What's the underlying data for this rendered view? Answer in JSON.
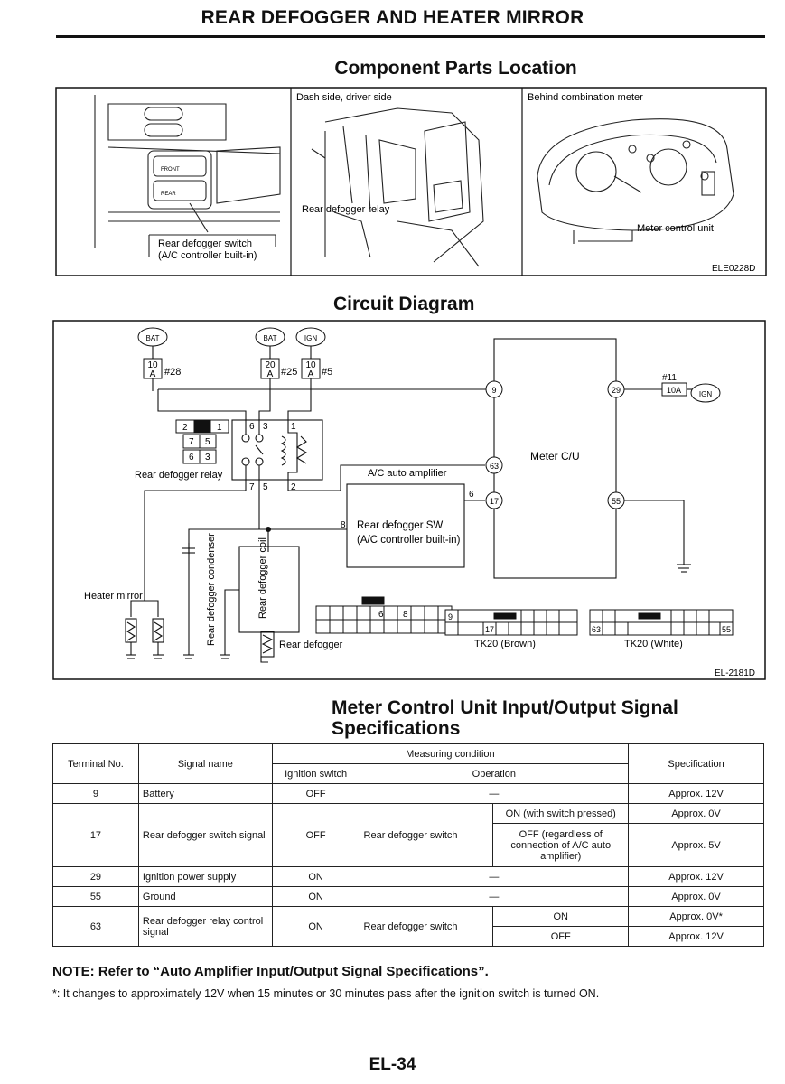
{
  "page": {
    "title": "REAR DEFOGGER AND HEATER MIRROR",
    "page_number": "EL-34"
  },
  "component_section": {
    "title": "Component Parts Location",
    "panel1_label_line1": "Rear defogger switch",
    "panel1_label_line2": "(A/C controller built-in)",
    "panel1_btn_front": "FRONT",
    "panel1_btn_rear": "REAR",
    "panel2_header": "Dash side, driver side",
    "panel2_label": "Rear defogger relay",
    "panel3_header": "Behind combination meter",
    "panel3_label": "Meter control unit",
    "figure_code": "ELE0228D"
  },
  "circuit_section": {
    "title": "Circuit Diagram",
    "bat": "BAT",
    "ign": "IGN",
    "fuse1_amp": "10",
    "fuse1_unit": "A",
    "fuse1_no": "#28",
    "fuse2_amp": "20",
    "fuse2_unit": "A",
    "fuse2_no": "#25",
    "fuse3_amp": "10",
    "fuse3_unit": "A",
    "fuse3_no": "#5",
    "fuse4_no": "#11",
    "fuse4_rating": "10A",
    "relay_label": "Rear defogger relay",
    "relay_pin1": "1",
    "relay_pin2": "2",
    "relay_pin3": "3",
    "relay_pin5": "5",
    "relay_pin6": "6",
    "relay_pin7": "7",
    "ac_amp": "A/C auto amplifier",
    "meter_cu": "Meter C/U",
    "t9": "9",
    "t17": "17",
    "t29": "29",
    "t55": "55",
    "t63": "63",
    "sw_line1": "Rear defogger SW",
    "sw_line2": "(A/C controller built-in)",
    "sw_pin6": "6",
    "sw_pin8": "8",
    "heater_mirror": "Heater mirror",
    "condenser": "Rear defogger condenser",
    "coil": "Rear defogger coil",
    "rear_defogger": "Rear defogger",
    "conn1_cell_6": "6",
    "conn1_cell_8": "8",
    "conn2_cell_9": "9",
    "conn2_cell_17": "17",
    "tk20_brown": "TK20 (Brown)",
    "conn3_cell_63": "63",
    "conn3_cell_55": "55",
    "tk20_white": "TK20 (White)",
    "figure_code": "EL-2181D"
  },
  "spec_section": {
    "title_line1": "Meter Control Unit Input/Output Signal",
    "title_line2": "Specifications",
    "header": {
      "terminal": "Terminal No.",
      "signal": "Signal name",
      "measuring": "Measuring condition",
      "ignition": "Ignition switch",
      "operation": "Operation",
      "specification": "Specification"
    },
    "rows": [
      {
        "terminal": "9",
        "signal": "Battery",
        "ignition": "OFF",
        "operation": "—",
        "spec": "Approx. 12V"
      },
      {
        "terminal": "17",
        "signal": "Rear defogger switch signal",
        "ignition": "OFF",
        "operation": "Rear defogger switch",
        "cond1": "ON (with switch pressed)",
        "spec1": "Approx. 0V",
        "cond2": "OFF (regardless of connection of A/C auto amplifier)",
        "spec2": "Approx. 5V"
      },
      {
        "terminal": "29",
        "signal": "Ignition power supply",
        "ignition": "ON",
        "operation": "—",
        "spec": "Approx. 12V"
      },
      {
        "terminal": "55",
        "signal": "Ground",
        "ignition": "ON",
        "operation": "—",
        "spec": "Approx. 0V"
      },
      {
        "terminal": "63",
        "signal": "Rear defogger relay control signal",
        "ignition": "ON",
        "operation": "Rear defogger switch",
        "cond1": "ON",
        "spec1": "Approx. 0V*",
        "cond2": "OFF",
        "spec2": "Approx. 12V"
      }
    ]
  },
  "notes": {
    "note": "NOTE: Refer to “Auto Amplifier Input/Output Signal Specifications”.",
    "footnote": "*: It changes to approximately 12V when 15 minutes or 30 minutes pass after the ignition switch is turned ON."
  }
}
